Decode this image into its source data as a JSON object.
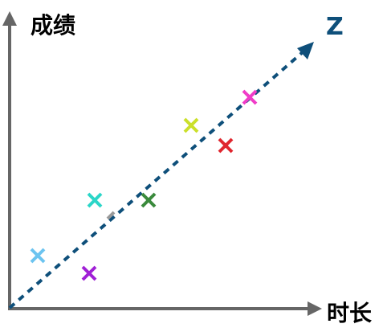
{
  "labels": {
    "y_axis": "成绩",
    "x_axis": "时长",
    "direction_vector": "Z"
  },
  "colors": {
    "axis": "#666666",
    "vector": "#0e4f7a",
    "projection_tick": "#999999"
  },
  "points": [
    {
      "color": "#6cc4f0"
    },
    {
      "color": "#a020d6"
    },
    {
      "color": "#2bd6c8"
    },
    {
      "color": "#3a8a3c"
    },
    {
      "color": "#cbe02a"
    },
    {
      "color": "#e0262e"
    },
    {
      "color": "#f03cc8"
    }
  ]
}
